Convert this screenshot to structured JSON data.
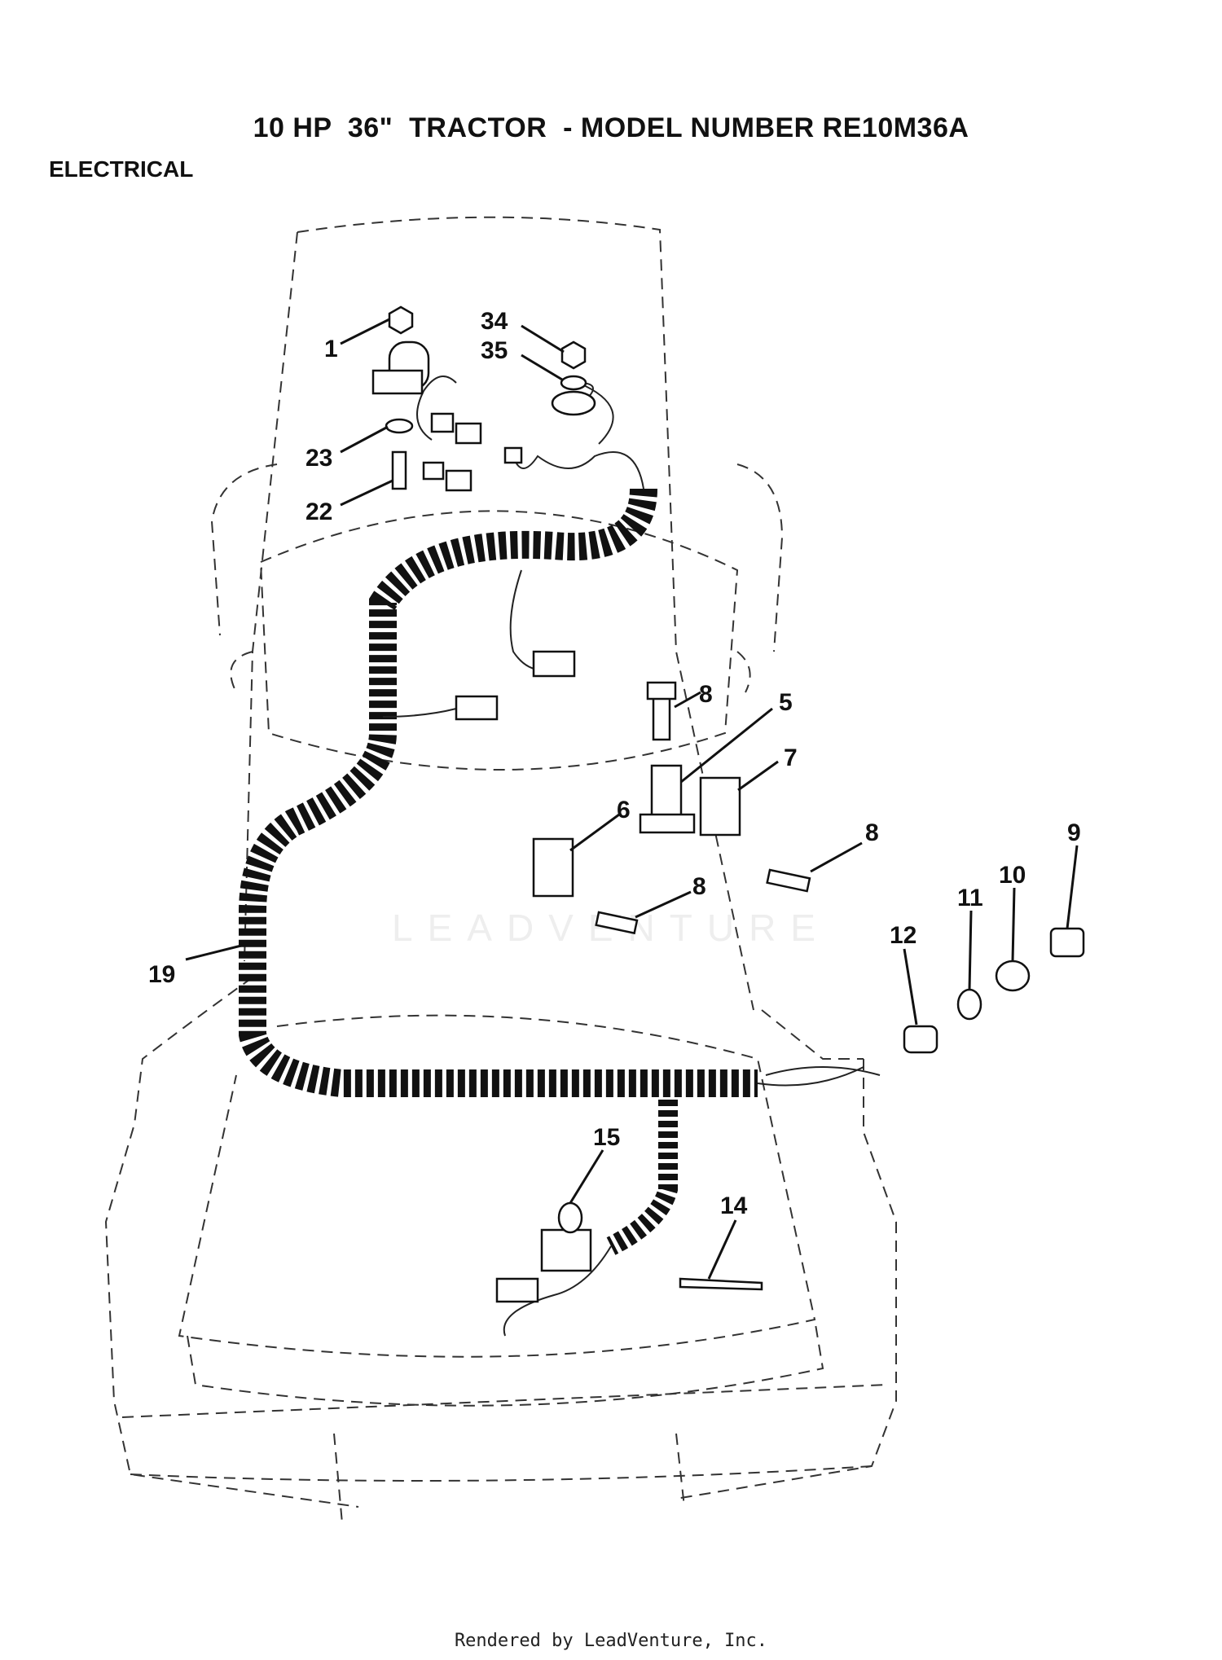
{
  "document": {
    "title": "10 HP  36\"  TRACTOR  - MODEL NUMBER RE10M36A",
    "section": "ELECTRICAL",
    "footer": "Rendered by LeadVenture, Inc.",
    "watermark": "LEADVENTURE"
  },
  "callouts": [
    {
      "id": "1",
      "label": "1",
      "part": "solenoid-nut"
    },
    {
      "id": "34",
      "label": "34",
      "part": "terminal-nut"
    },
    {
      "id": "35",
      "label": "35",
      "part": "lock-washer"
    },
    {
      "id": "23",
      "label": "23",
      "part": "star-washer"
    },
    {
      "id": "22",
      "label": "22",
      "part": "bolt"
    },
    {
      "id": "8a",
      "label": "8",
      "part": "screw-top"
    },
    {
      "id": "5",
      "label": "5",
      "part": "bracket"
    },
    {
      "id": "7",
      "label": "7",
      "part": "switch"
    },
    {
      "id": "6",
      "label": "6",
      "part": "switch"
    },
    {
      "id": "8b",
      "label": "8",
      "part": "screw-right"
    },
    {
      "id": "8c",
      "label": "8",
      "part": "screw-bottom"
    },
    {
      "id": "9",
      "label": "9",
      "part": "key"
    },
    {
      "id": "10",
      "label": "10",
      "part": "bezel"
    },
    {
      "id": "11",
      "label": "11",
      "part": "nut"
    },
    {
      "id": "12",
      "label": "12",
      "part": "ignition-switch"
    },
    {
      "id": "19",
      "label": "19",
      "part": "wire-harness"
    },
    {
      "id": "15",
      "label": "15",
      "part": "seat-switch"
    },
    {
      "id": "14",
      "label": "14",
      "part": "cable-tie"
    }
  ]
}
